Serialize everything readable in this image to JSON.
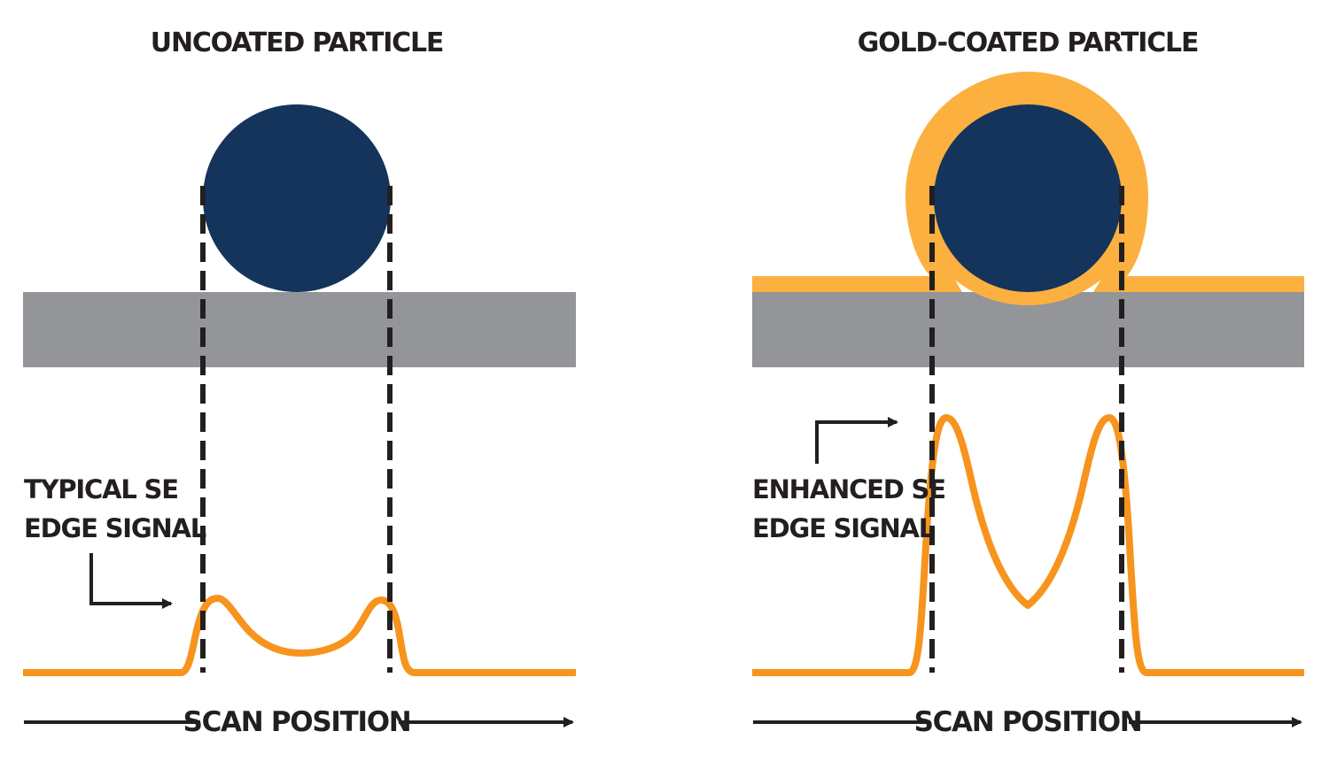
{
  "colors": {
    "particle": "#15345c",
    "substrate": "#939598",
    "gold_coating": "#fbb040",
    "signal": "#f7941d",
    "ink": "#231f20",
    "background": "#ffffff"
  },
  "left_panel": {
    "title": "UNCOATED PARTICLE",
    "label_line1": "TYPICAL SE",
    "label_line2": "EDGE SIGNAL",
    "axis_label": "SCAN POSITION"
  },
  "right_panel": {
    "title": "GOLD-COATED PARTICLE",
    "label_line1": "ENHANCED SE",
    "label_line2": "EDGE SIGNAL",
    "axis_label": "SCAN POSITION"
  }
}
